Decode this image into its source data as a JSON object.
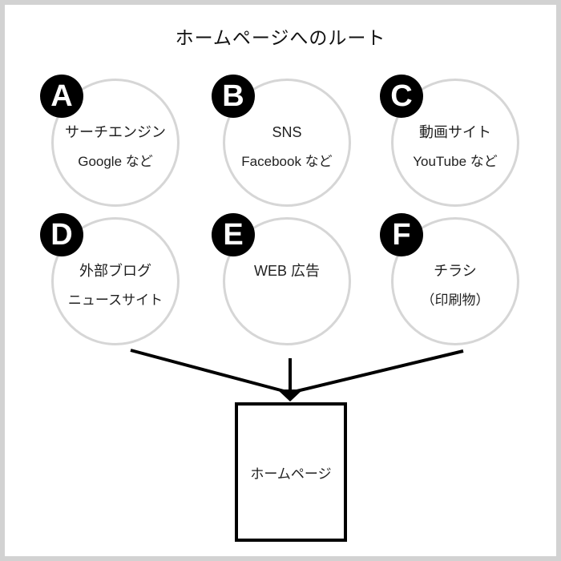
{
  "title": "ホームページへのルート",
  "nodes": [
    {
      "badge": "A",
      "line1": "サーチエンジン",
      "line2": "Google など"
    },
    {
      "badge": "B",
      "line1": "SNS",
      "line2": "Facebook など"
    },
    {
      "badge": "C",
      "line1": "動画サイト",
      "line2": "YouTube など"
    },
    {
      "badge": "D",
      "line1": "外部ブログ",
      "line2": "ニュースサイト"
    },
    {
      "badge": "E",
      "line1": "WEB 広告",
      "line2": ""
    },
    {
      "badge": "F",
      "line1": "チラシ",
      "line2": "（印刷物）"
    }
  ],
  "destination": {
    "label": "ホームページ"
  },
  "colors": {
    "frame_border": "#d2d2d2",
    "circle_stroke": "#d6d6d6",
    "badge_bg": "#000000",
    "badge_text": "#ffffff",
    "text": "#1f1f1f",
    "arrow": "#000000",
    "background": "#ffffff"
  }
}
